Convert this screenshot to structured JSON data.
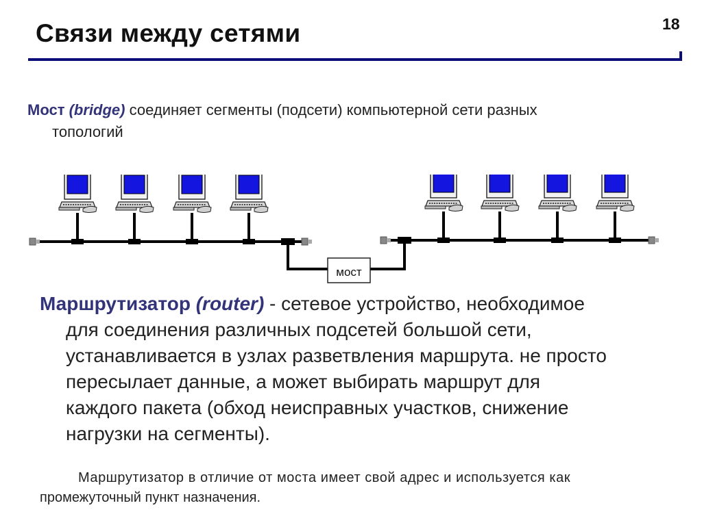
{
  "slide": {
    "title": "Связи между сетями",
    "number": "18"
  },
  "bridge": {
    "term": "Мост",
    "term_en": "(bridge)",
    "line1": "соединяет сегменты (подсети) компьютерной сети разных",
    "line2": "топологий"
  },
  "diagram": {
    "bridge_label": "мост",
    "left_segment_computers": 4,
    "right_segment_computers": 4
  },
  "router": {
    "term": "Маршрутизатор",
    "term_en": "(router)",
    "line1": "- сетевое устройство, необходимое",
    "line2": "для соединения различных подсетей большой сети,",
    "line3": "устанавливается в узлах разветвления маршрута. не просто",
    "line4": "пересылает данные, а может выбирать маршрут для",
    "line5": "каждого пакета (обход неисправных участков, снижение",
    "line6": "нагрузки на сегменты)."
  },
  "note": {
    "line1": "Маршрутизатор в отличие от моста имеет свой адрес и используется как",
    "line2": "промежуточный пункт назначения."
  },
  "colors": {
    "accent": "#0d0d7a",
    "term": "#33337a",
    "screen": "#1515e0"
  }
}
